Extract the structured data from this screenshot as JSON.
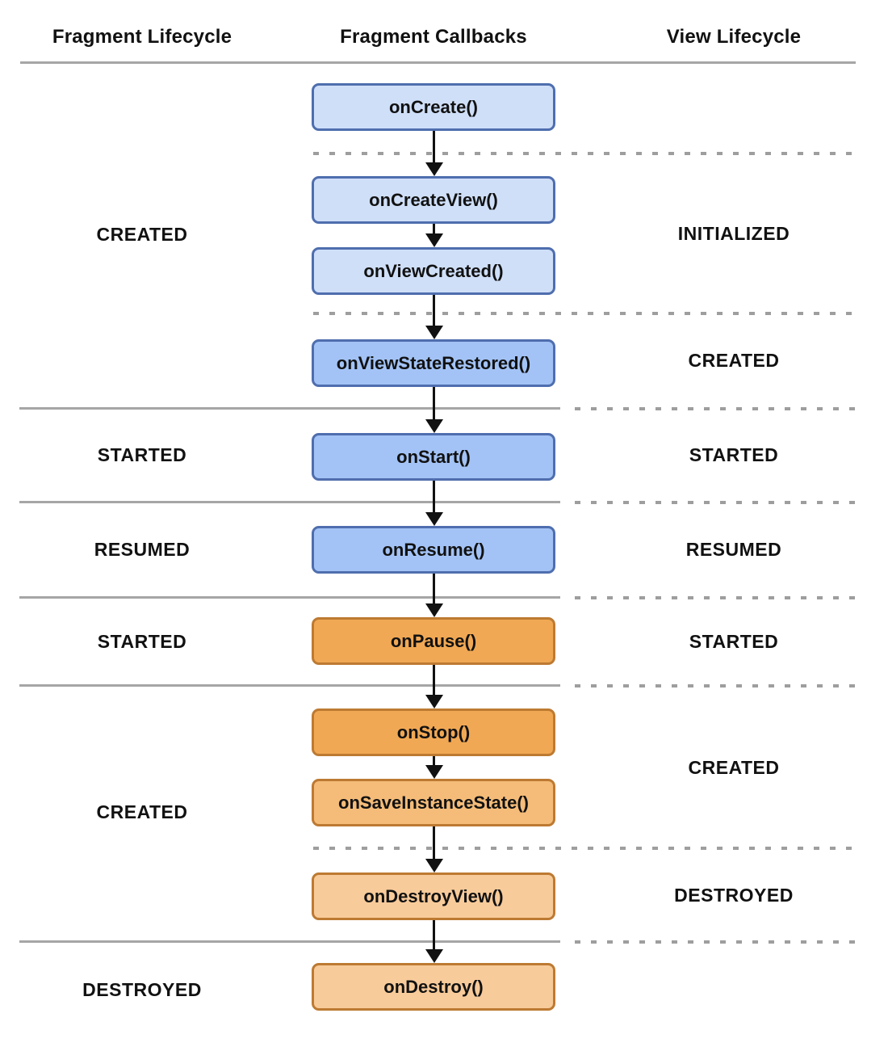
{
  "headers": [
    {
      "label": "Fragment Lifecycle"
    },
    {
      "label": "Fragment Callbacks"
    },
    {
      "label": "View Lifecycle"
    }
  ],
  "callbacks": [
    {
      "label": "onCreate()"
    },
    {
      "label": "onCreateView()"
    },
    {
      "label": "onViewCreated()"
    },
    {
      "label": "onViewStateRestored()"
    },
    {
      "label": "onStart()"
    },
    {
      "label": "onResume()"
    },
    {
      "label": "onPause()"
    },
    {
      "label": "onStop()"
    },
    {
      "label": "onSaveInstanceState()"
    },
    {
      "label": "onDestroyView()"
    },
    {
      "label": "onDestroy()"
    }
  ],
  "fragment_lifecycle_states": [
    {
      "label": "CREATED"
    },
    {
      "label": "STARTED"
    },
    {
      "label": "RESUMED"
    },
    {
      "label": "STARTED"
    },
    {
      "label": "CREATED"
    },
    {
      "label": "DESTROYED"
    }
  ],
  "view_lifecycle_states": [
    {
      "label": "INITIALIZED"
    },
    {
      "label": "CREATED"
    },
    {
      "label": "STARTED"
    },
    {
      "label": "RESUMED"
    },
    {
      "label": "STARTED"
    },
    {
      "label": "CREATED"
    },
    {
      "label": "DESTROYED"
    }
  ],
  "colors": {
    "blue_light": "#cfdff8",
    "blue_mid": "#a3c3f6",
    "blue_border": "#4f6eae",
    "orange_deep": "#f1a854",
    "orange_mid": "#f5bc79",
    "orange_light": "#f8cb9a",
    "orange_border": "#bd7a32",
    "line_solid": "#a6a6a6",
    "line_dash": "#9e9e9e",
    "arrow_color": "#111111",
    "text_color": "#111111"
  }
}
